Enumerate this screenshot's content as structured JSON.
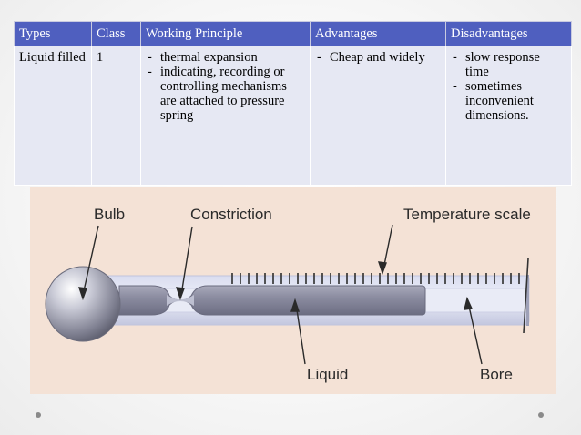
{
  "table": {
    "headers": [
      "Types",
      "Class",
      "Working Principle",
      "Advantages",
      "Disadvantages"
    ],
    "row": {
      "type": "Liquid filled",
      "class": "1",
      "principle": [
        "thermal expansion",
        "indicating, recording or controlling mechanisms are attached to pressure spring"
      ],
      "advantages": [
        "Cheap and widely"
      ],
      "disadvantages": [
        "slow response time",
        "sometimes inconvenient dimensions."
      ]
    }
  },
  "figure": {
    "labels": {
      "bulb": "Bulb",
      "constriction": "Constriction",
      "temperature_scale": "Temperature scale",
      "liquid": "Liquid",
      "bore": "Bore"
    }
  }
}
